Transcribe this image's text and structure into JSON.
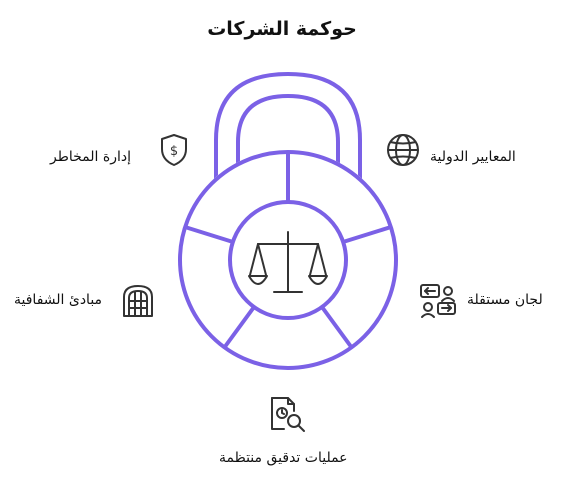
{
  "title": "حوكمة الشركات",
  "colors": {
    "accent": "#7b61e6",
    "icon_stroke": "#333333",
    "background": "#ffffff",
    "text": "#111111"
  },
  "labels": {
    "risk_management": "إدارة المخاطر",
    "international_standards": "المعايير الدولية",
    "transparency_principles": "مبادئ الشفافية",
    "independent_committees": "لجان مستقلة",
    "regular_audits": "عمليات تدقيق منتظمة"
  },
  "icons": {
    "center": "scales-icon",
    "risk_management": "shield-dollar-icon",
    "international_standards": "globe-icon",
    "transparency_principles": "window-icon",
    "independent_committees": "discussion-icon",
    "regular_audits": "document-search-icon"
  }
}
